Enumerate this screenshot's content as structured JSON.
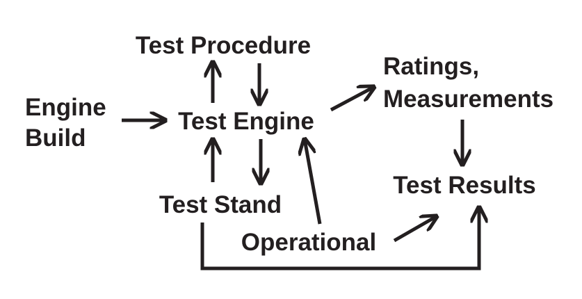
{
  "diagram": {
    "nodes": {
      "test_procedure": "Test Procedure",
      "engine_build_line1": "Engine",
      "engine_build_line2": "Build",
      "test_engine": "Test Engine",
      "ratings_line1": "Ratings,",
      "ratings_line2": "Measurements",
      "test_stand": "Test Stand",
      "test_results": "Test Results",
      "operational": "Operational"
    },
    "edges": [
      {
        "from": "Engine Build",
        "to": "Test Engine"
      },
      {
        "from": "Test Engine",
        "to": "Test Procedure"
      },
      {
        "from": "Test Procedure",
        "to": "Test Engine"
      },
      {
        "from": "Test Engine",
        "to": "Ratings, Measurements"
      },
      {
        "from": "Ratings, Measurements",
        "to": "Test Results"
      },
      {
        "from": "Test Stand",
        "to": "Test Engine"
      },
      {
        "from": "Test Engine",
        "to": "Test Stand"
      },
      {
        "from": "Operational",
        "to": "Test Engine"
      },
      {
        "from": "Operational",
        "to": "Test Results"
      },
      {
        "from": "Test Stand",
        "to": "Test Results"
      }
    ],
    "colors": {
      "ink": "#231f20",
      "background": "#ffffff"
    }
  }
}
